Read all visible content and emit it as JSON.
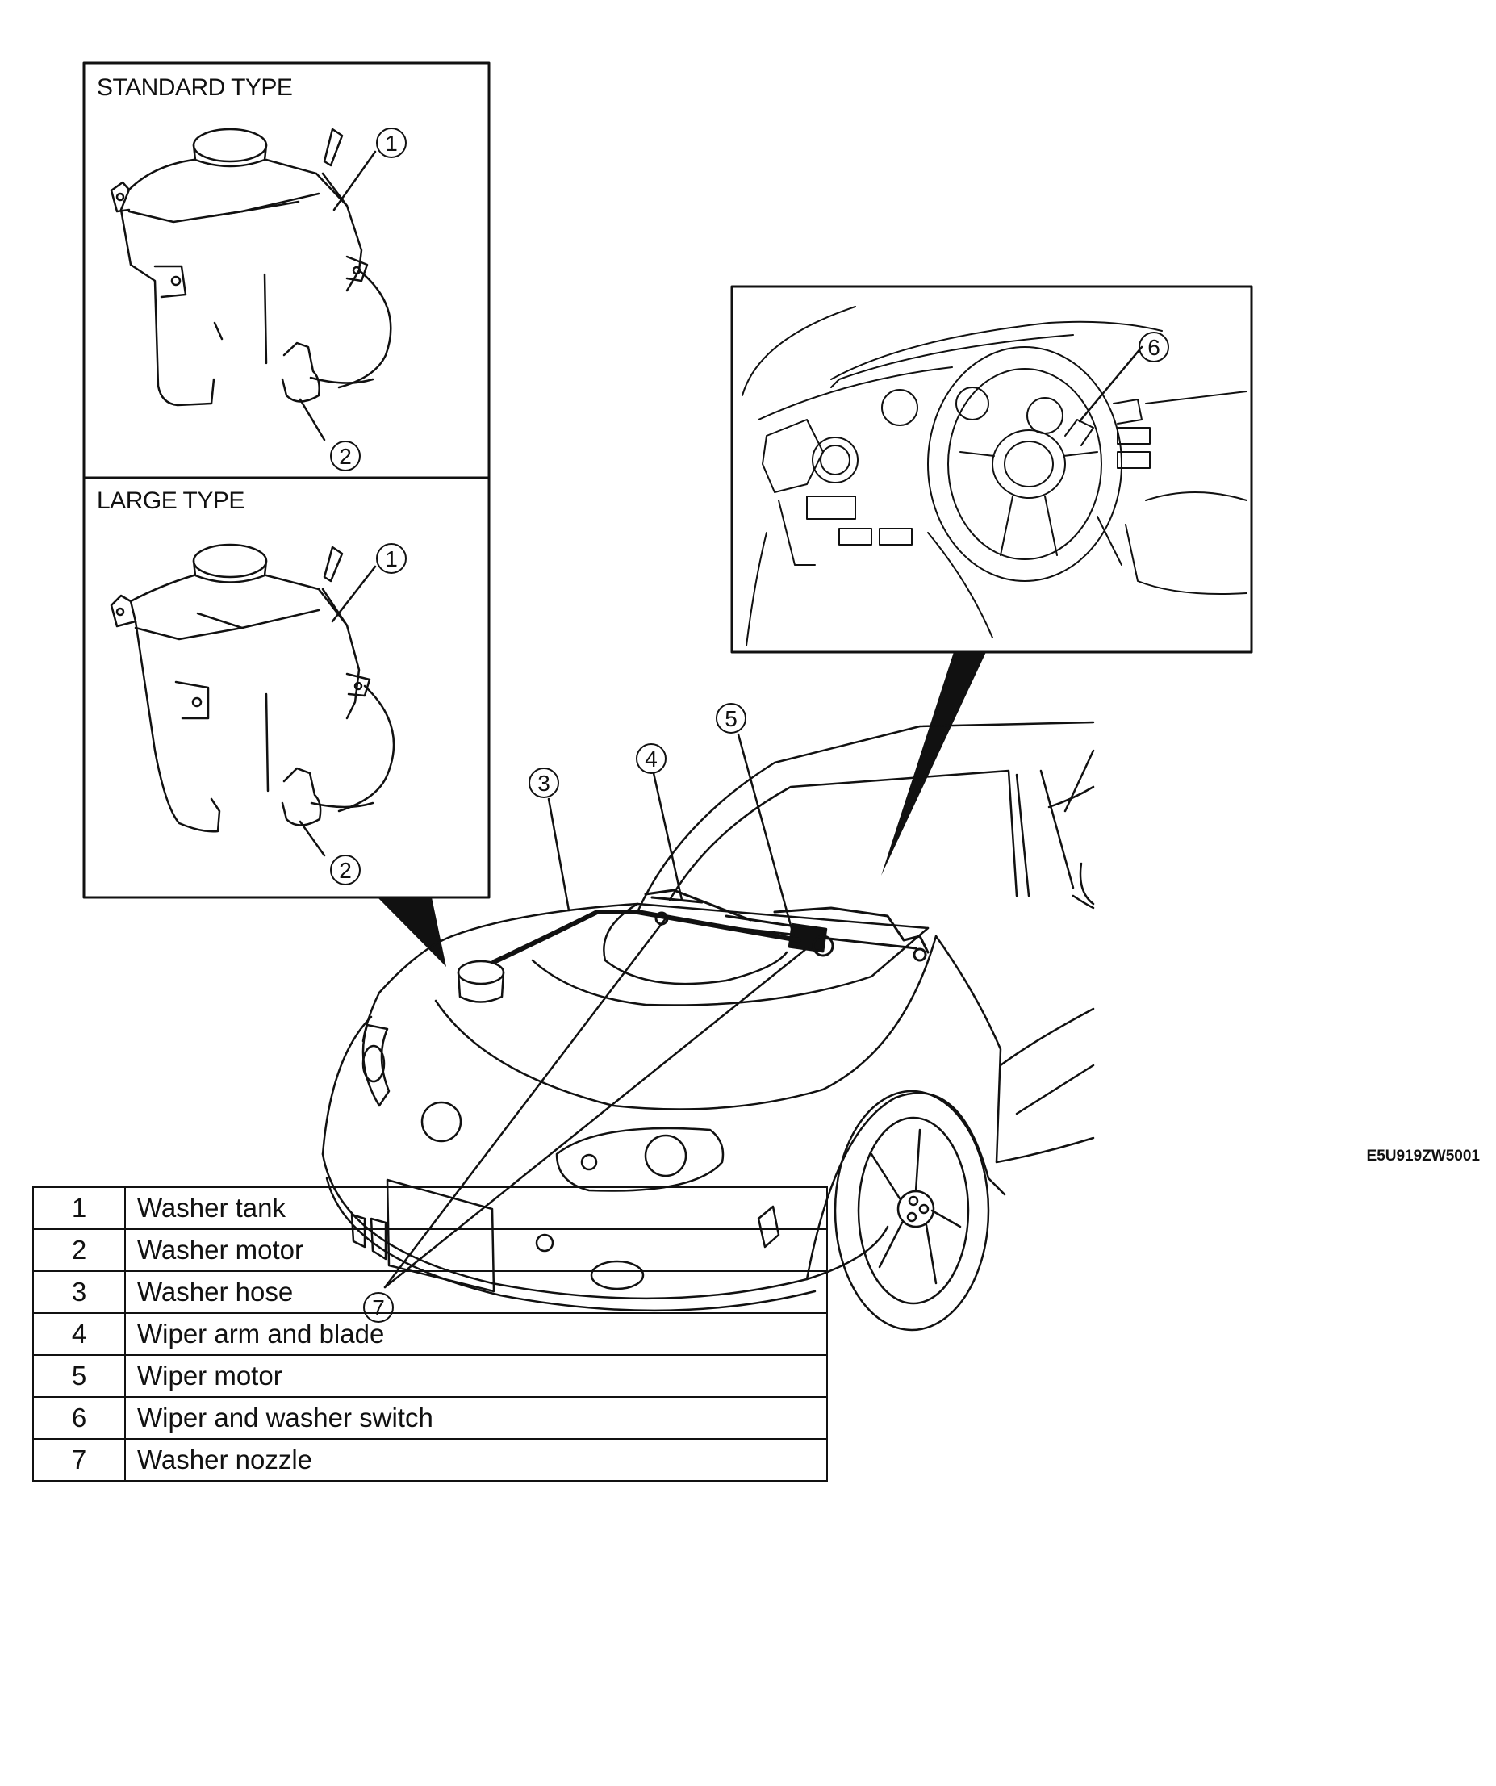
{
  "insets": {
    "standard_title": "STANDARD TYPE",
    "large_title": "LARGE TYPE"
  },
  "callouts": {
    "c1": "1",
    "c2": "2",
    "c3": "3",
    "c4": "4",
    "c5": "5",
    "c6": "6",
    "c7": "7"
  },
  "reference_code": "E5U919ZW5001",
  "legend": [
    {
      "number": "1",
      "label": "Washer tank"
    },
    {
      "number": "2",
      "label": "Washer motor"
    },
    {
      "number": "3",
      "label": "Washer hose"
    },
    {
      "number": "4",
      "label": "Wiper arm and blade"
    },
    {
      "number": "5",
      "label": "Wiper motor"
    },
    {
      "number": "6",
      "label": "Wiper and washer switch"
    },
    {
      "number": "7",
      "label": "Washer nozzle"
    }
  ]
}
